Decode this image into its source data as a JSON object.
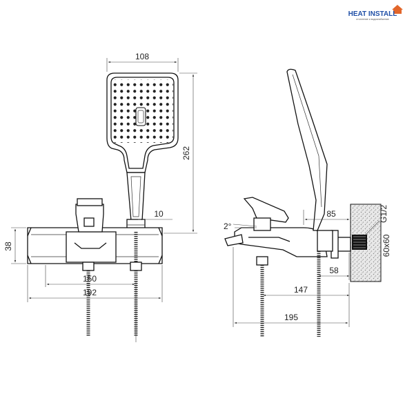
{
  "logo": {
    "name": "HEAT INSTALL",
    "tagline": "отопление и водоснабжение"
  },
  "dimensions": {
    "handshower_width": "108",
    "handshower_height": "262",
    "holder_offset": "10",
    "body_height": "38",
    "inlet_spacing": "150",
    "body_width": "192",
    "tilt_angle": "2°",
    "wall_depth": "85",
    "thread": "G1/2",
    "flange_size": "60x60",
    "wall_offset": "58",
    "spout_projection": "147",
    "total_projection": "195"
  }
}
